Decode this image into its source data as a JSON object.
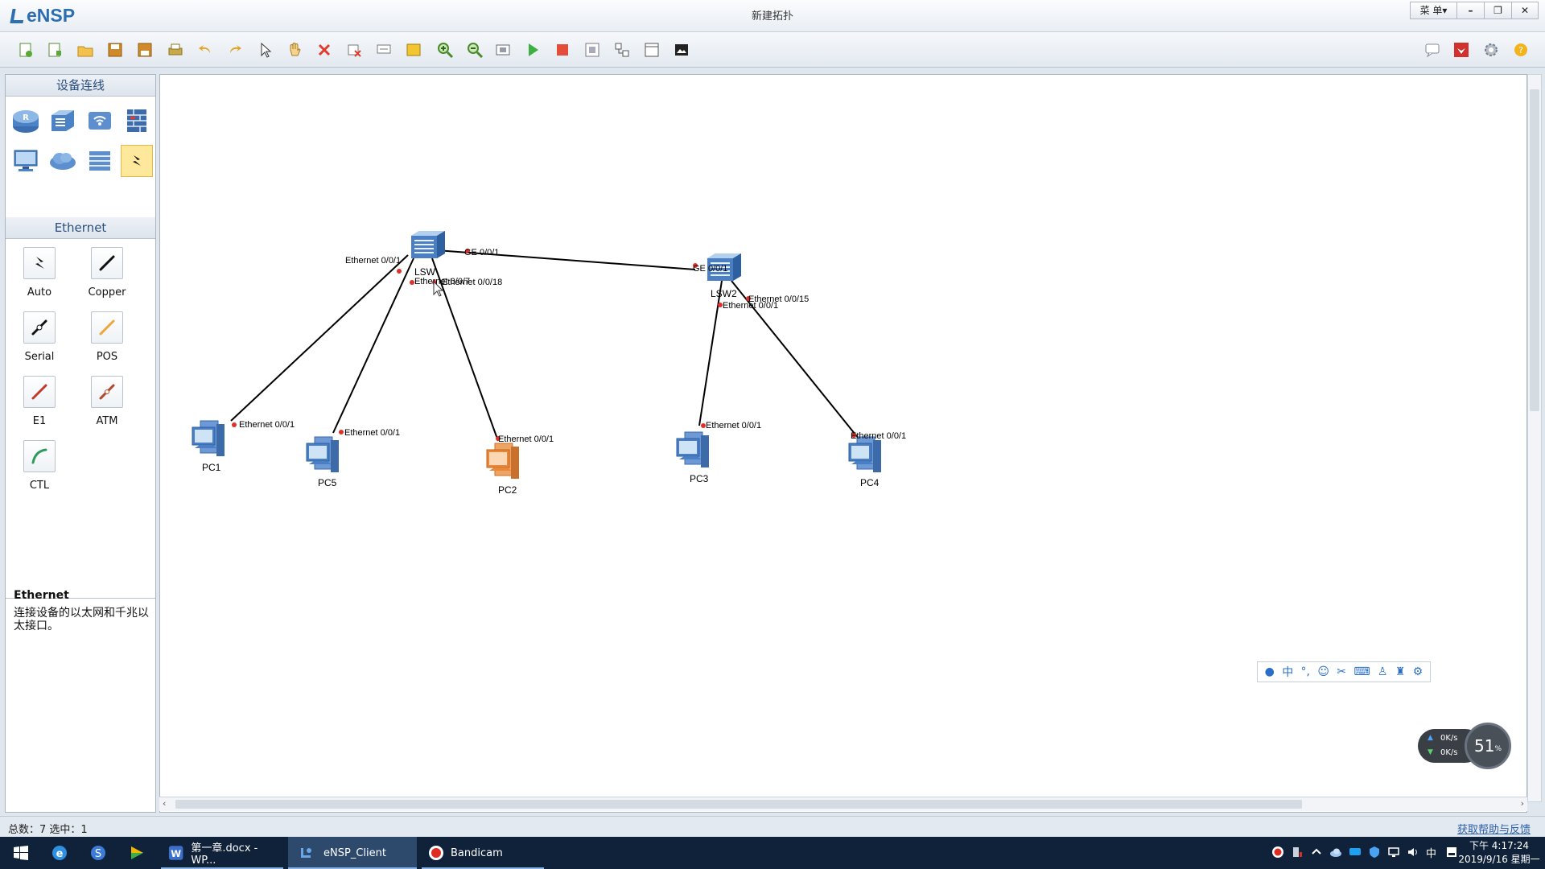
{
  "app": {
    "logo_text": "eNSP",
    "window_title": "新建拓扑"
  },
  "window_controls": {
    "menu_label": "菜 单▾",
    "minimize": "–",
    "restore": "❐",
    "close": "✕"
  },
  "left_panel": {
    "device_header": "设备连线",
    "ethernet_header": "Ethernet",
    "links": [
      {
        "label": "Auto"
      },
      {
        "label": "Copper"
      },
      {
        "label": "Serial"
      },
      {
        "label": "POS"
      },
      {
        "label": "E1"
      },
      {
        "label": "ATM"
      },
      {
        "label": "CTL"
      }
    ],
    "description_title": "Ethernet",
    "description_text": "连接设备的以太网和千兆以太接口。"
  },
  "topology": {
    "devices": {
      "lsw1": "LSW",
      "lsw2": "LSW2",
      "pc1": "PC1",
      "pc5": "PC5",
      "pc2": "PC2",
      "pc3": "PC3",
      "pc4": "PC4"
    },
    "ports": {
      "lsw1_pc1": "Ethernet 0/0/1",
      "lsw1_pc5": "Ethernet 0/0/7",
      "lsw1_pc2": "Ethernet 0/0/18",
      "lsw1_lsw2": "GE 0/0/1",
      "lsw2_lsw1": "GE 0/0/1",
      "lsw2_pc4": "Ethernet 0/0/15",
      "lsw2_pc3": "Ethernet 0/0/1",
      "pc1": "Ethernet 0/0/1",
      "pc5": "Ethernet 0/0/1",
      "pc2": "Ethernet 0/0/1",
      "pc3": "Ethernet 0/0/1",
      "pc4": "Ethernet 0/0/1"
    }
  },
  "network_widget": {
    "up": "0K/s",
    "down": "0K/s",
    "percent": "51",
    "unit": "%"
  },
  "statusbar": {
    "left": "总数：7  选中：1",
    "right": "获取帮助与反馈"
  },
  "taskbar": {
    "items": [
      {
        "label": "第一章.docx - WP..."
      },
      {
        "label": "eNSP_Client"
      },
      {
        "label": "Bandicam"
      }
    ],
    "ime": "中",
    "time": "下午 4:17:24",
    "date": "2019/9/16 星期一"
  },
  "colors": {
    "accent": "#2c6eb2",
    "port_dot": "#e0302a",
    "taskbar": "#10223a"
  }
}
